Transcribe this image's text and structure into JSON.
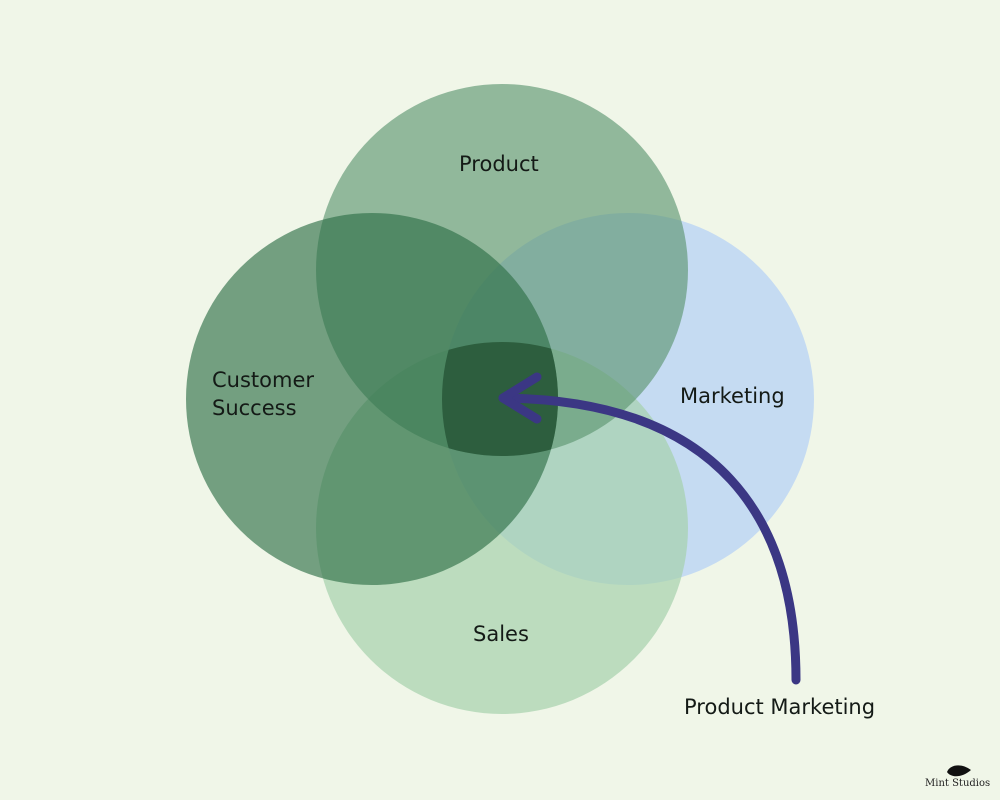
{
  "diagram": {
    "type": "venn",
    "sets": [
      {
        "id": "product",
        "label": "Product",
        "color": "#5e9672"
      },
      {
        "id": "customer-success",
        "label_lines": [
          "Customer",
          "Success"
        ],
        "color": "#2f7048"
      },
      {
        "id": "marketing",
        "label": "Marketing",
        "color": "#c5dbf2"
      },
      {
        "id": "sales",
        "label": "Sales",
        "color": "#a5d2ac"
      }
    ],
    "center_region": {
      "color": "#2d5e3e"
    },
    "callout": {
      "label": "Product Marketing",
      "arrow_color": "#3b3784",
      "points_to": "center overlap of all four sets"
    }
  },
  "brand": {
    "name": "Mint Studios",
    "icon": "leaf-icon"
  }
}
